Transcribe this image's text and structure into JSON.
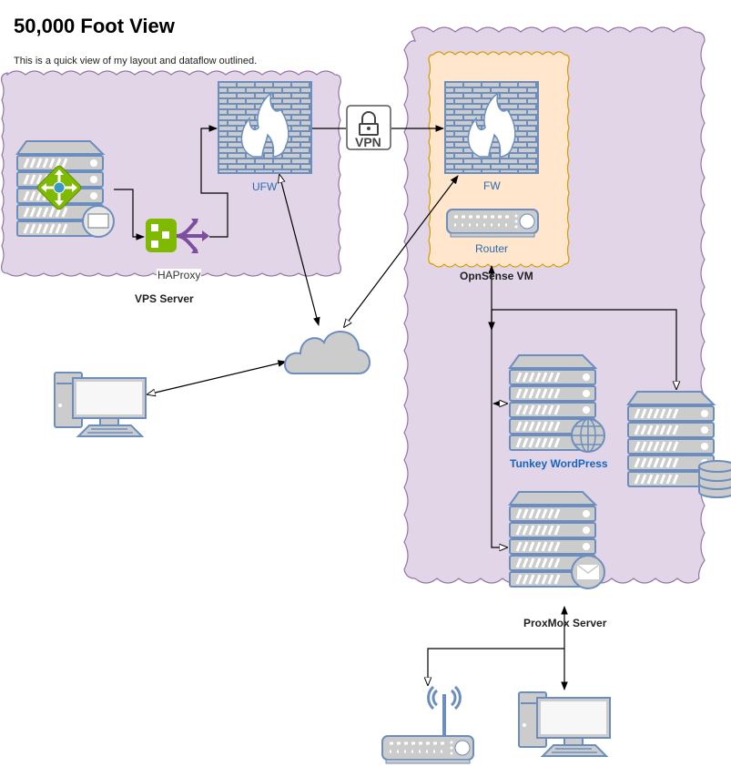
{
  "header": {
    "title": "50,000 Foot View",
    "subtitle": "This is a quick view of my layout and dataflow outlined."
  },
  "groups": {
    "vps": {
      "label": "VPS Server"
    },
    "opnsense": {
      "label": "OpnSense VM"
    },
    "proxmox": {
      "label": "ProxMox Server"
    }
  },
  "nodes": {
    "ufw": {
      "label": "UFW",
      "icon": "firewall-icon"
    },
    "haproxy": {
      "label": "HAProxy",
      "icon": "load-balancer-icon"
    },
    "vps_host": {
      "icon": "server-gateway-icon"
    },
    "vpn": {
      "label": "VPN",
      "icon": "lock-icon"
    },
    "fw": {
      "label": "FW",
      "icon": "firewall-icon"
    },
    "router": {
      "label": "Router",
      "icon": "router-icon"
    },
    "wordpress": {
      "label": "Tunkey WordPress",
      "icon": "web-server-icon"
    },
    "db_server": {
      "icon": "database-server-icon"
    },
    "mail_server": {
      "icon": "mail-server-icon"
    },
    "internet": {
      "icon": "cloud-icon"
    },
    "remote_pc": {
      "icon": "desktop-computer-icon"
    },
    "wifi_ap": {
      "icon": "wireless-router-icon"
    },
    "local_pc": {
      "icon": "desktop-computer-icon"
    }
  },
  "colors": {
    "group_fill": "#e1d5e7",
    "group_stroke": "#9673a6",
    "vm_fill": "#ffe6cc",
    "vm_stroke": "#d79b00",
    "icon_stroke": "#6c8ebf",
    "icon_fill": "#cccccc",
    "label_blue": "#2b6cb0"
  }
}
